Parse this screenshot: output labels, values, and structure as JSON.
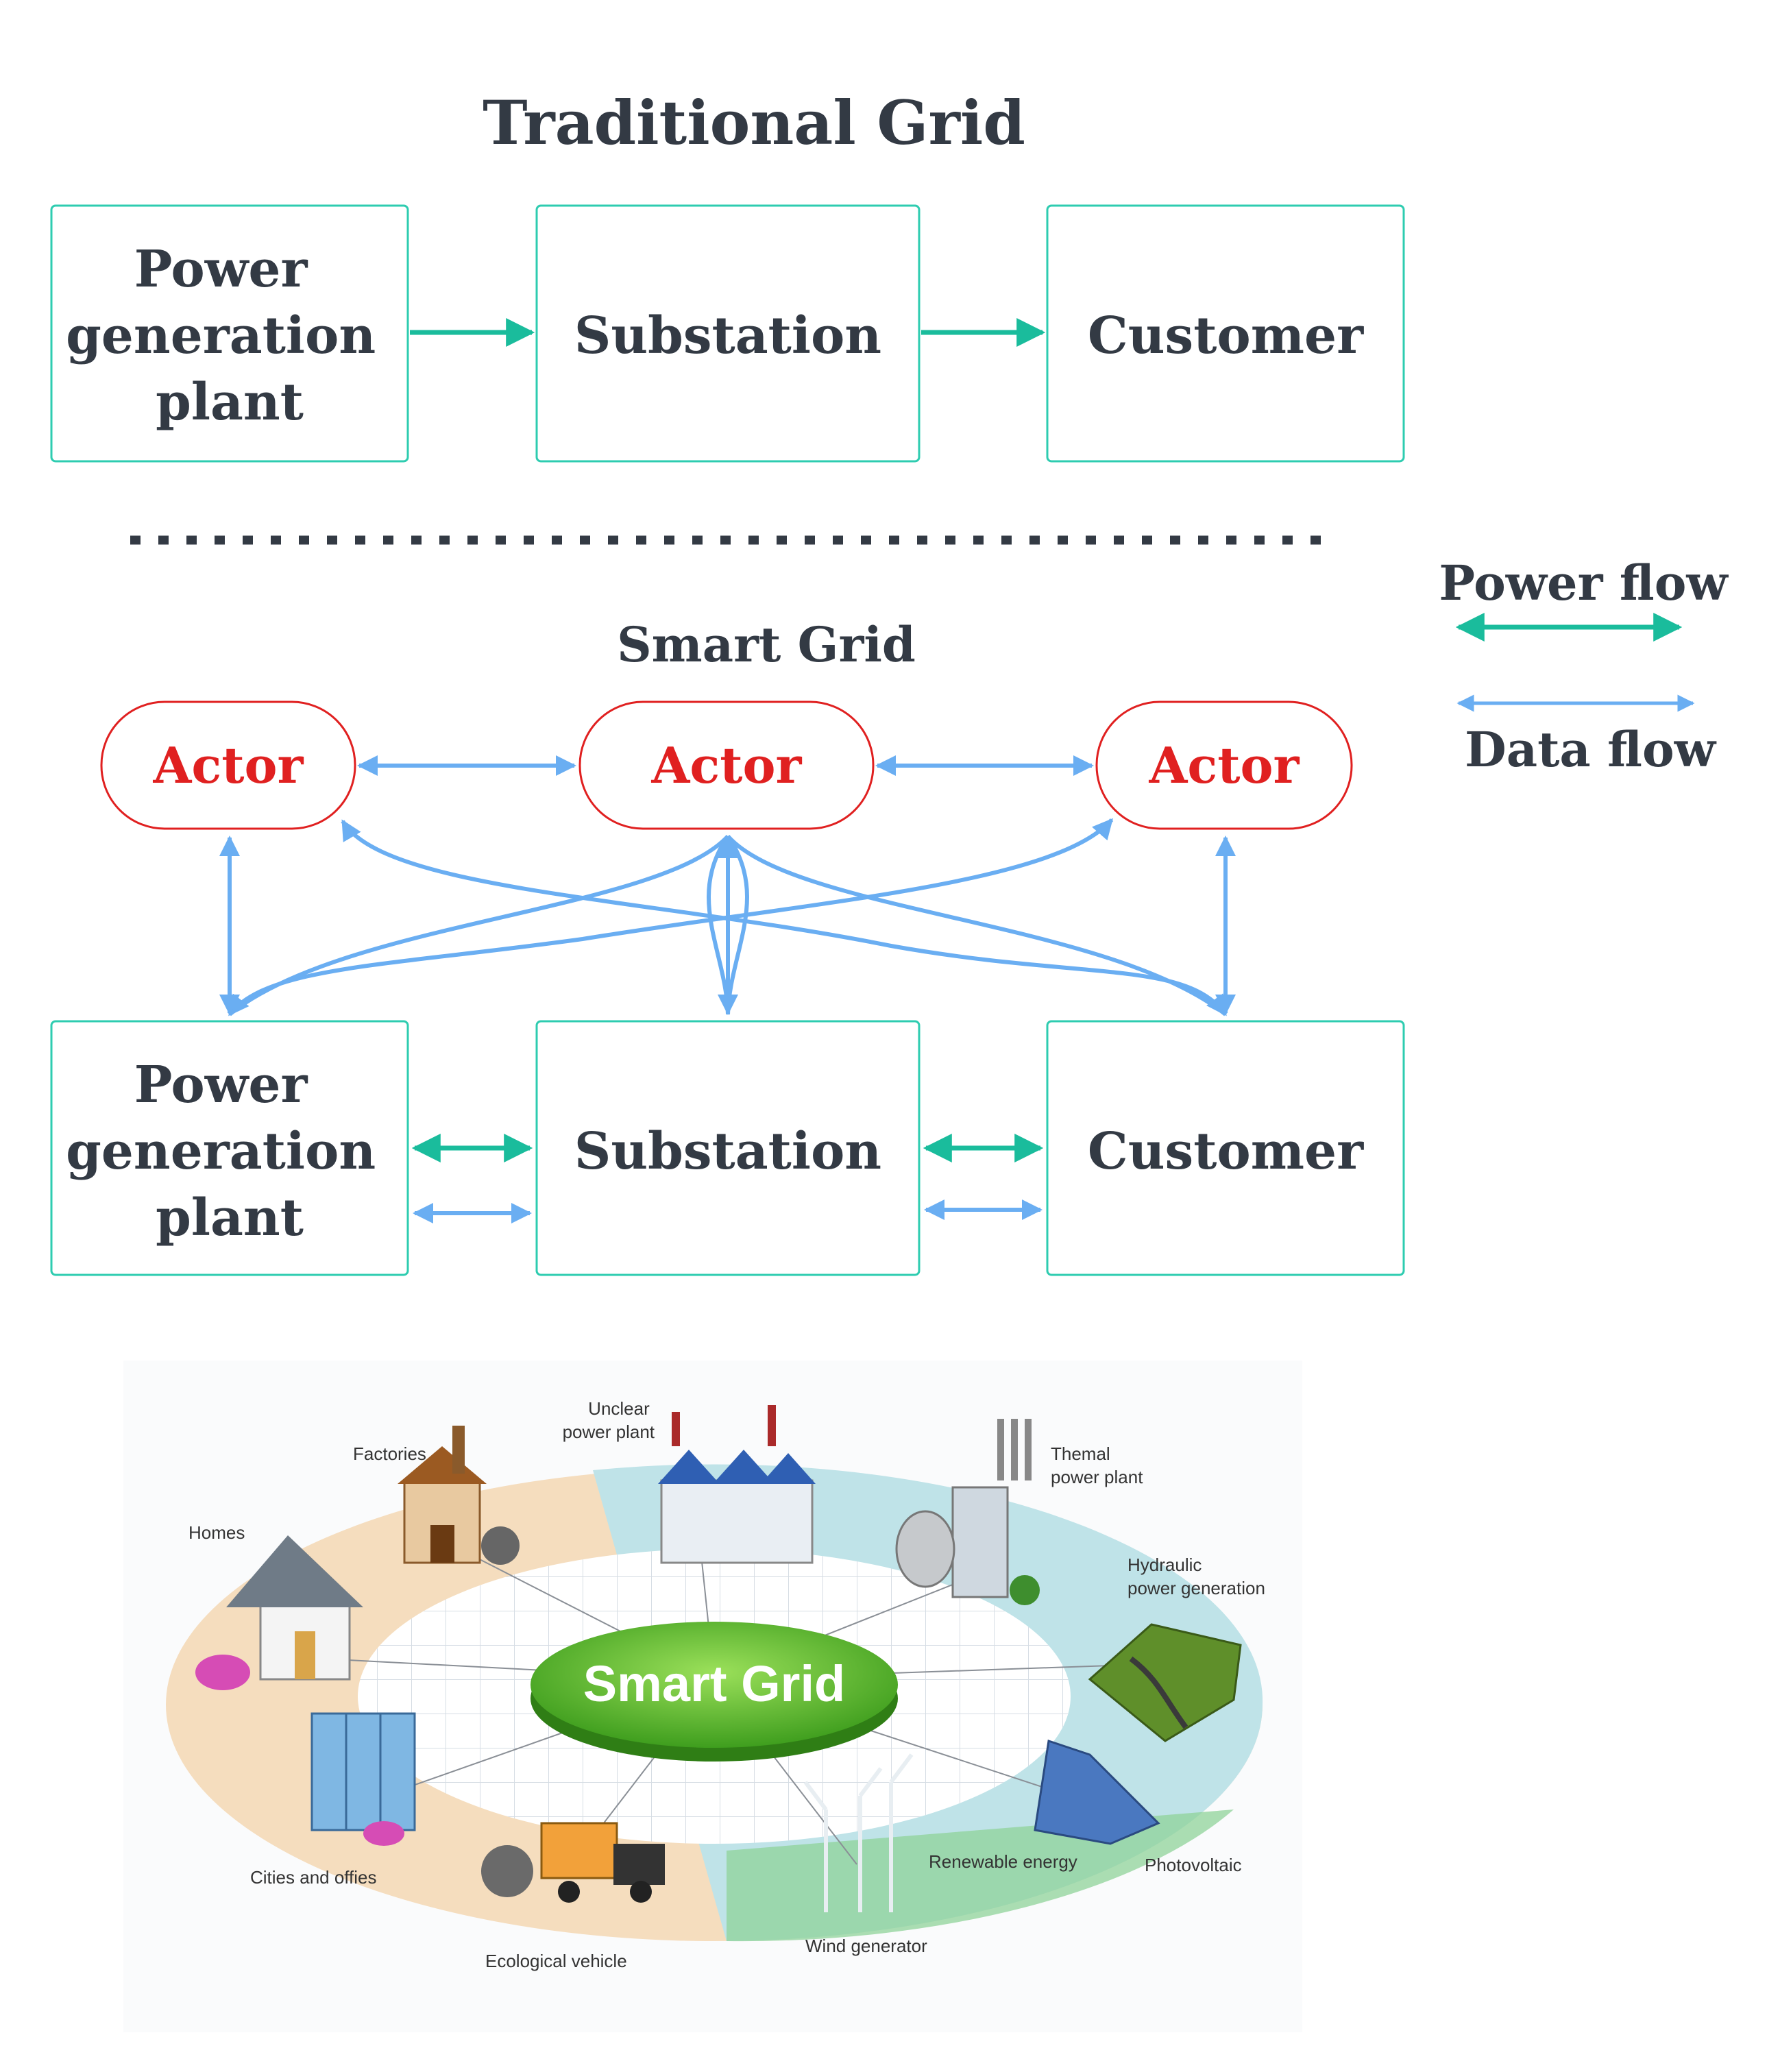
{
  "traditional": {
    "title": "Traditional Grid",
    "nodes": {
      "plant": [
        "Power",
        "generation",
        "plant"
      ],
      "substation": "Substation",
      "customer": "Customer"
    }
  },
  "smart": {
    "title": "Smart Grid",
    "actors": [
      "Actor",
      "Actor",
      "Actor"
    ],
    "nodes": {
      "plant": [
        "Power",
        "generation",
        "plant"
      ],
      "substation": "Substation",
      "customer": "Customer"
    }
  },
  "legend": {
    "power_flow": "Power flow",
    "data_flow": "Data flow"
  },
  "illustration": {
    "center_label": "Smart Grid",
    "labels": {
      "factories": "Factories",
      "homes": "Homes",
      "nuclear": [
        "Unclear",
        "power plant"
      ],
      "thermal": [
        "Themal",
        "power plant"
      ],
      "hydraulic": [
        "Hydraulic",
        "power generation"
      ],
      "photovoltaic": "Photovoltaic",
      "renewable": "Renewable energy",
      "wind": "Wind generator",
      "vehicle": "Ecological vehicle",
      "cities": "Cities and offies"
    }
  },
  "colors": {
    "power_flow": "#1ABC9C",
    "data_flow": "#6AAEF2",
    "box_border": "#2ECCB0",
    "actor": "#E02020",
    "text": "#333a44"
  }
}
